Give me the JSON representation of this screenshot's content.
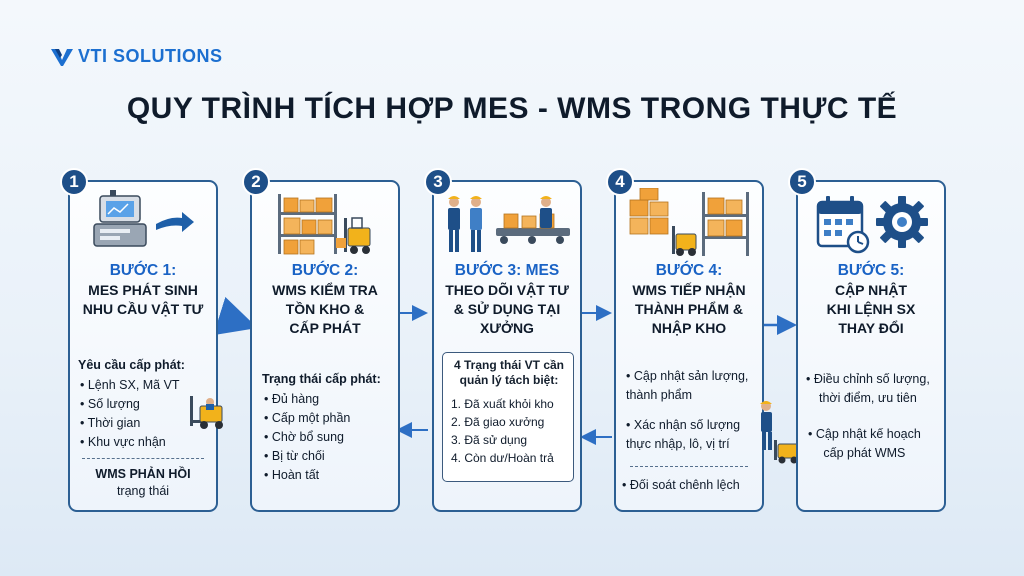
{
  "logo": {
    "text": "VTI SOLUTIONS"
  },
  "title": "QUY TRÌNH TÍCH HỢP MES - WMS TRONG THỰC TẾ",
  "steps": [
    {
      "number": "1",
      "label": "BƯỚC 1:",
      "desc": "MES PHÁT SINH\nNHU CẦU VẬT TƯ",
      "section_title": "Yêu cầu cấp phát:",
      "items": [
        "Lệnh SX, Mã VT",
        "Số lượng",
        "Thời gian",
        "Khu vực nhận"
      ],
      "footer_title": "WMS PHẢN HỒI",
      "footer_text": "trạng thái"
    },
    {
      "number": "2",
      "label": "BƯỚC 2:",
      "desc": "WMS KIỂM TRA\nTỒN KHO &\nCẤP PHÁT",
      "section_title": "Trạng thái cấp phát:",
      "items": [
        "Đủ hàng",
        "Cấp một phần",
        "Chờ bổ sung",
        "Bị từ chối",
        "Hoàn tất"
      ]
    },
    {
      "number": "3",
      "label": "BƯỚC 3: MES",
      "desc": "THEO DÕI VẬT TƯ\n& SỬ DỤNG TẠI\nXƯỞNG",
      "box_title": "4 Trạng thái VT cần\nquản lý tách biệt:",
      "items": [
        "1. Đã xuất khỏi kho",
        "2. Đã giao xưởng",
        "3. Đã sử dụng",
        "4. Còn dư/Hoàn trả"
      ]
    },
    {
      "number": "4",
      "label": "BƯỚC 4:",
      "desc": "WMS TIẾP NHẬN\nTHÀNH PHẨM &\nNHẬP KHO",
      "items": [
        "Cập nhật sản lượng,\nthành phẩm",
        "Xác nhận số lượng\nthực nhập, lô, vị trí"
      ],
      "footer_item": "Đối soát chênh lệch"
    },
    {
      "number": "5",
      "label": "BƯỚC 5:",
      "desc": "CẬP NHẬT\nKHI LỆNH SX\nTHAY ĐỔI",
      "items": [
        "Điều chỉnh số lượng,\nthời điểm, ưu tiên",
        "Cập nhật kế hoạch\ncấp phát WMS"
      ]
    }
  ],
  "colors": {
    "accent": "#1a63c5",
    "border": "#2c5f93",
    "badge": "#1e4f88",
    "arrow": "#2d6fc4",
    "illustration_orange": "#f0a13a",
    "forklift_yellow": "#f2b21b"
  }
}
